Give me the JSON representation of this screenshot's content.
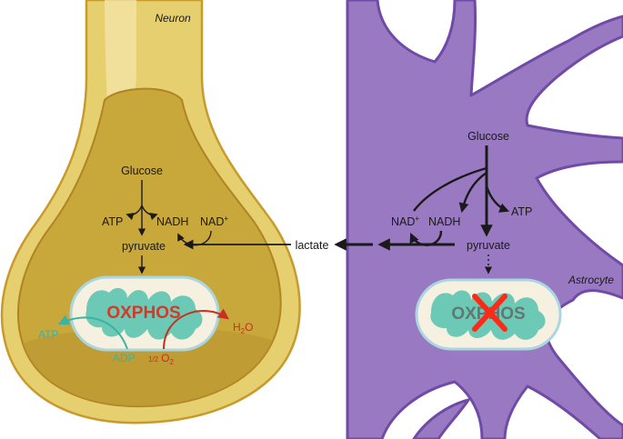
{
  "neuron": {
    "cell_name": "Neuron",
    "glucose": "Glucose",
    "atp": "ATP",
    "nadh": "NADH",
    "nad_plus_base": "NAD",
    "nad_plus_sup": "+",
    "pyruvate": "pyruvate",
    "oxphos": "OXPHOS",
    "out_atp": "ATP",
    "adp": "ADP",
    "half": "1/2",
    "o2_base": "O",
    "o2_sub": "2",
    "h2o_h": "H",
    "h2o_sub": "2",
    "h2o_o": "O"
  },
  "shuttle": {
    "lactate": "lactate"
  },
  "astrocyte": {
    "cell_name": "Astrocyte",
    "glucose": "Glucose",
    "atp": "ATP",
    "nad_plus_base": "NAD",
    "nad_plus_sup": "+",
    "nadh": "NADH",
    "pyruvate": "pyruvate",
    "oxphos": "OXPHOS",
    "oxphos_blocked": true
  },
  "colors": {
    "neuron_outer": "#e6cf6e",
    "neuron_inner": "#c8a73b",
    "astrocyte": "#9a79c3",
    "astrocyte_edge": "#6f4aa6",
    "mito_matrix": "#6cc9b5",
    "oxphos_text": "#d23a2a",
    "teal": "#3bb3a2",
    "red": "#c8301f",
    "block_x": "#ff2a16"
  }
}
